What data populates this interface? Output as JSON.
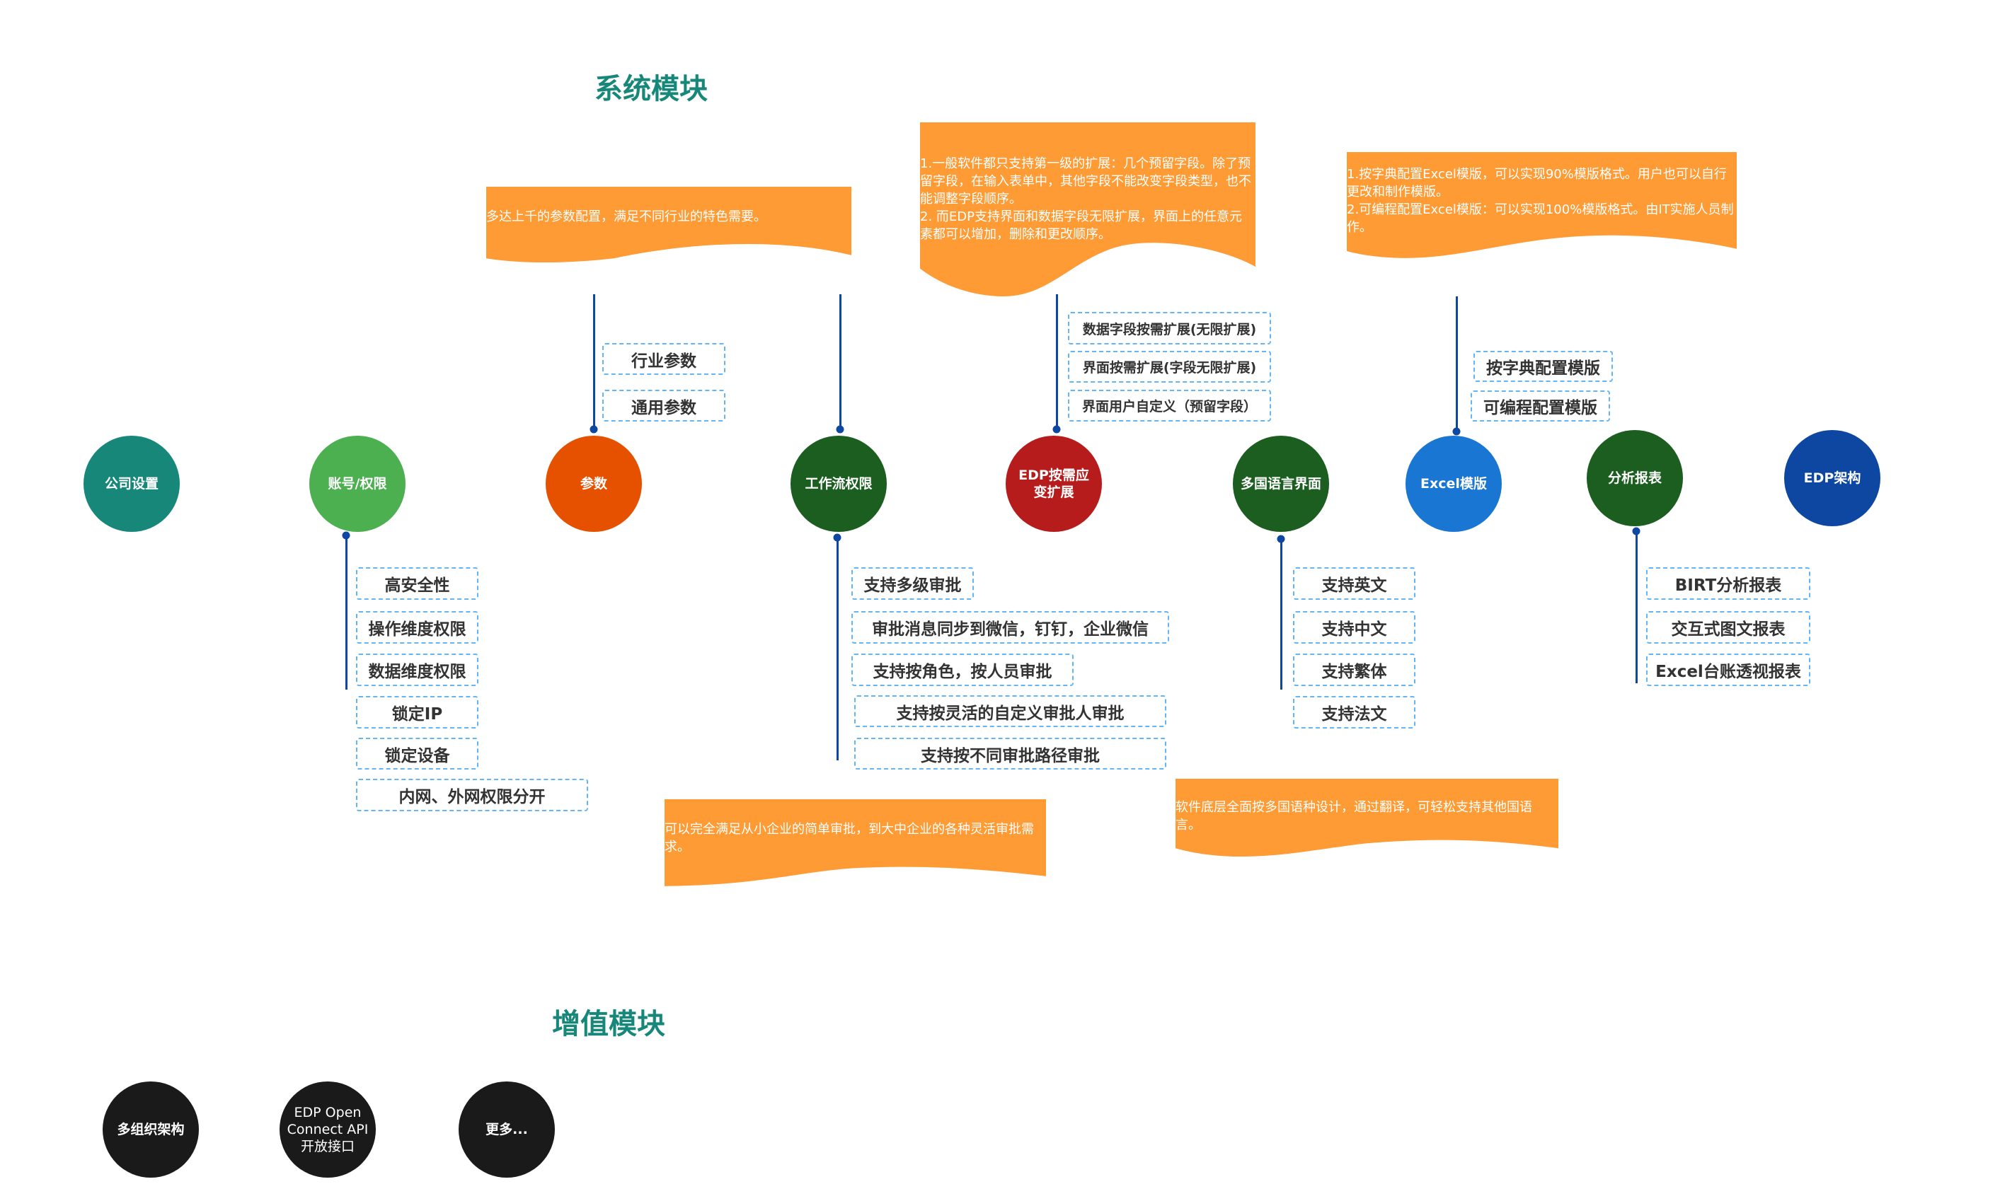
{
  "system_title": "系统模块",
  "value_added_title": "增值模块",
  "colors": {
    "teal": "#17877a",
    "green": "#4caf50",
    "orange": "#e65100",
    "dark_green": "#1b5e20",
    "red": "#b71c1c",
    "blue": "#1976d2",
    "dark_blue": "#0d47a1",
    "black": "#1a1a1a",
    "callout": "#ff9b35",
    "box_border": "#64b5f6"
  },
  "nodes": {
    "company": "公司设置",
    "account": "账号/权限",
    "params": "参数",
    "workflow": "工作流权限",
    "edp_ext": "EDP按需应变扩展",
    "multilang": "多国语言界面",
    "excel": "Excel模版",
    "report": "分析报表",
    "edp_arch": "EDP架构"
  },
  "value_nodes": [
    "多组织架构",
    "EDP Open Connect API开放接口",
    "更多..."
  ],
  "params_items": [
    "行业参数",
    "通用参数"
  ],
  "edp_items": [
    "数据字段按需扩展(无限扩展)",
    "界面按需扩展(字段无限扩展)",
    "界面用户自定义（预留字段）"
  ],
  "excel_items": [
    "按字典配置模版",
    "可编程配置模版"
  ],
  "account_items": [
    "高安全性",
    "操作维度权限",
    "数据维度权限",
    "锁定IP",
    "锁定设备",
    "内网、外网权限分开"
  ],
  "workflow_items": [
    "支持多级审批",
    "审批消息同步到微信，钉钉，企业微信",
    "支持按角色，按人员审批",
    "支持按灵活的自定义审批人审批",
    "支持按不同审批路径审批"
  ],
  "multilang_items": [
    "支持英文",
    "支持中文",
    "支持繁体",
    "支持法文"
  ],
  "report_items": [
    "BIRT分析报表",
    "交互式图文报表",
    "Excel台账透视报表"
  ],
  "callouts": {
    "params": "多达上千的参数配置，满足不同行业的特色需要。",
    "edp": "1.一般软件都只支持第一级的扩展：几个预留字段。除了预留字段，在输入表单中，其他字段不能改变字段类型，也不能调整字段顺序。\n2. 而EDP支持界面和数据字段无限扩展，界面上的任意元素都可以增加，删除和更改顺序。",
    "excel": "1.按字典配置Excel模版，可以实现90%模版格式。用户也可以自行更改和制作模版。\n2.可编程配置Excel模版：可以实现100%模版格式。由IT实施人员制作。",
    "workflow": "可以完全满足从小企业的简单审批，到大中企业的各种灵活审批需求。",
    "multilang": "软件底层全面按多国语种设计，通过翻译，可轻松支持其他国语言。"
  }
}
